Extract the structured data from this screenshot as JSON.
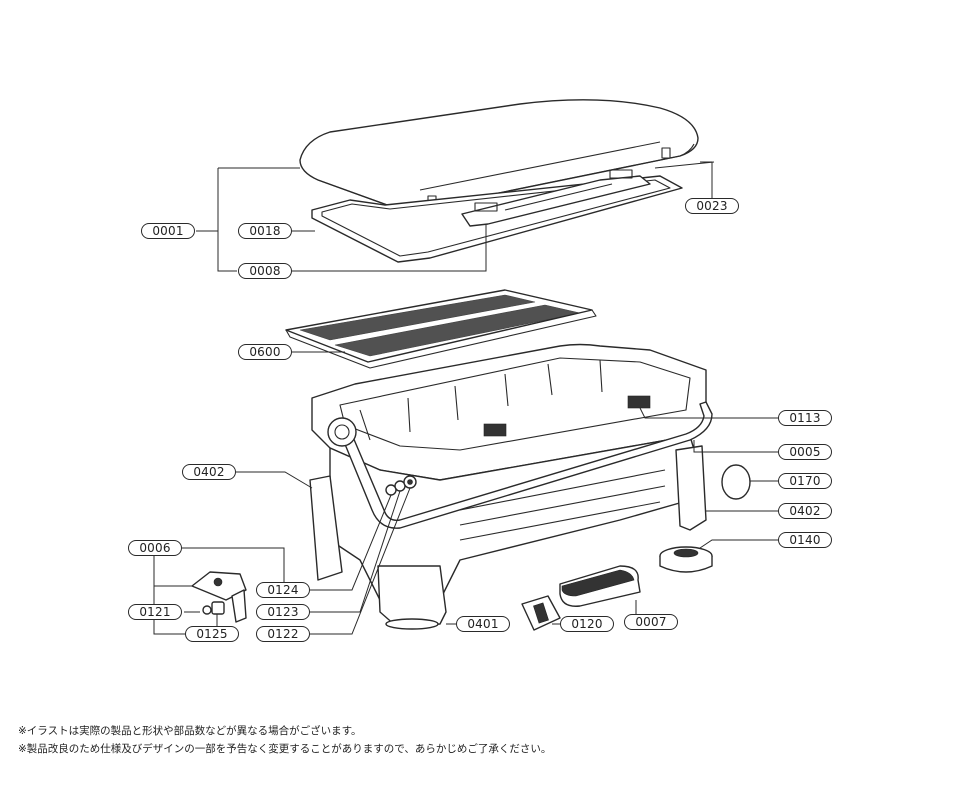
{
  "labels": {
    "p0001": "0001",
    "p0018": "0018",
    "p0008": "0008",
    "p0023": "0023",
    "p0600": "0600",
    "p0113": "0113",
    "p0005": "0005",
    "p0170": "0170",
    "p0402a": "0402",
    "p0402b": "0402",
    "p0140": "0140",
    "p0006": "0006",
    "p0124": "0124",
    "p0121": "0121",
    "p0123": "0123",
    "p0125": "0125",
    "p0122": "0122",
    "p0401": "0401",
    "p0120": "0120",
    "p0007": "0007"
  },
  "notes": {
    "line1": "※イラストは実際の製品と形状や部品数などが異なる場合がございます。",
    "line2": "※製品改良のため仕様及びデザインの一部を予告なく変更することがありますので、あらかじめご了承ください。"
  }
}
